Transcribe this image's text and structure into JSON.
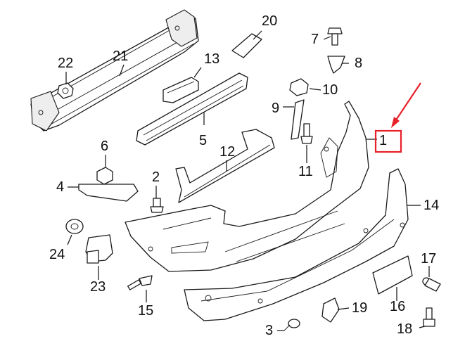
{
  "diagram": {
    "callouts": [
      {
        "id": "p1",
        "text": "1"
      },
      {
        "id": "p2",
        "text": "2"
      },
      {
        "id": "p3",
        "text": "3"
      },
      {
        "id": "p4",
        "text": "4"
      },
      {
        "id": "p5",
        "text": "5"
      },
      {
        "id": "p6",
        "text": "6"
      },
      {
        "id": "p7",
        "text": "7"
      },
      {
        "id": "p8",
        "text": "8"
      },
      {
        "id": "p9",
        "text": "9"
      },
      {
        "id": "p10",
        "text": "10"
      },
      {
        "id": "p11",
        "text": "11"
      },
      {
        "id": "p12",
        "text": "12"
      },
      {
        "id": "p13",
        "text": "13"
      },
      {
        "id": "p14",
        "text": "14"
      },
      {
        "id": "p15",
        "text": "15"
      },
      {
        "id": "p16",
        "text": "16"
      },
      {
        "id": "p17",
        "text": "17"
      },
      {
        "id": "p18",
        "text": "18"
      },
      {
        "id": "p19",
        "text": "19"
      },
      {
        "id": "p20",
        "text": "20"
      },
      {
        "id": "p21",
        "text": "21"
      },
      {
        "id": "p22",
        "text": "22"
      },
      {
        "id": "p23",
        "text": "23"
      },
      {
        "id": "p24",
        "text": "24"
      }
    ],
    "highlight_color": "#e8202a",
    "line_color": "#1a1a1a"
  }
}
